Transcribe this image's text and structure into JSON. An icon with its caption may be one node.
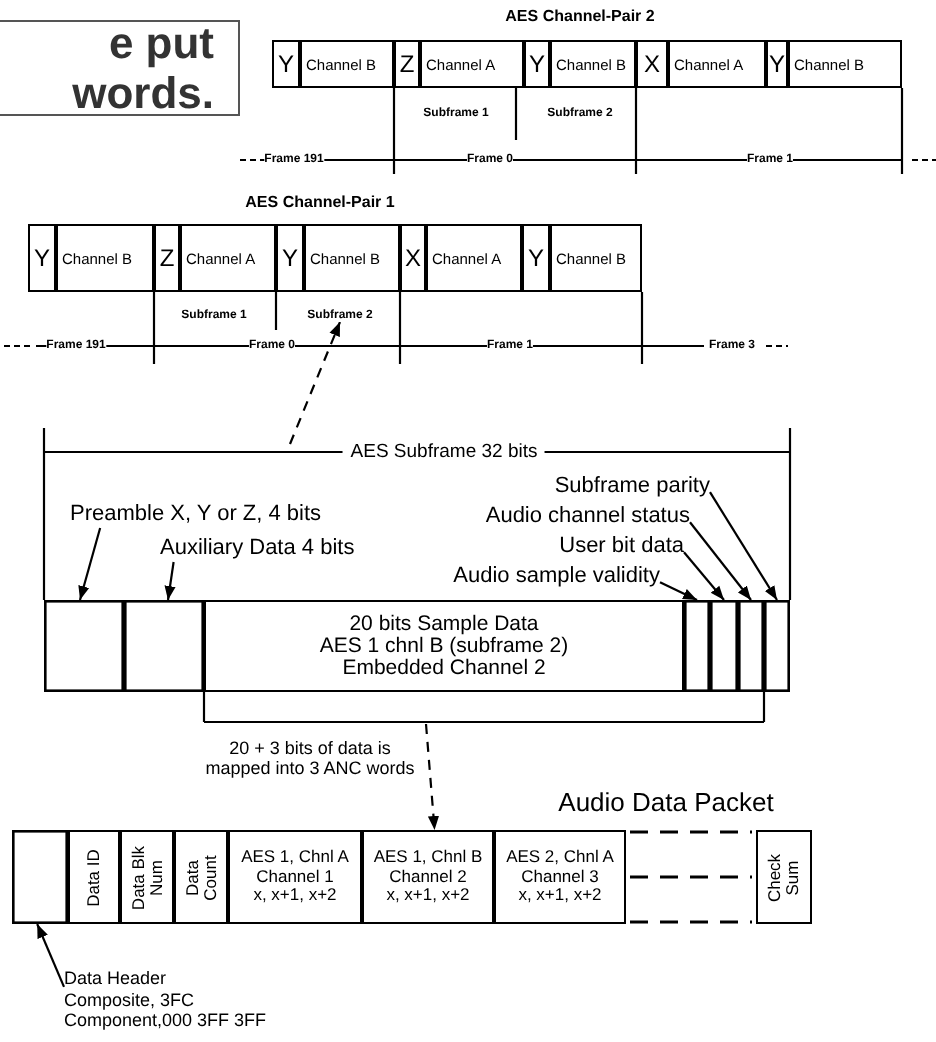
{
  "diagram": {
    "nodes": [
      {
        "text": [
          "e put words."
        ]
      },
      {
        "text": [
          "Y"
        ]
      },
      {
        "text": [
          "Channel B"
        ]
      },
      {
        "text": [
          "Z"
        ]
      },
      {
        "text": [
          "Channel A"
        ]
      },
      {
        "text": [
          "Y"
        ]
      },
      {
        "text": [
          "Channel B"
        ]
      },
      {
        "text": [
          "X"
        ]
      },
      {
        "text": [
          "Channel A"
        ]
      },
      {
        "text": [
          "Y"
        ]
      },
      {
        "text": [
          "Channel B"
        ]
      },
      {
        "text": [
          "Y"
        ]
      },
      {
        "text": [
          "Channel B"
        ]
      },
      {
        "text": [
          "Z"
        ]
      },
      {
        "text": [
          "Channel A"
        ]
      },
      {
        "text": [
          "Y"
        ]
      },
      {
        "text": [
          "Channel B"
        ]
      },
      {
        "text": [
          "X"
        ]
      },
      {
        "text": [
          "Channel A"
        ]
      },
      {
        "text": [
          "Y"
        ]
      },
      {
        "text": [
          "Channel B"
        ]
      },
      {
        "text": [
          "Subframe 2"
        ]
      },
      {
        "text": [
          "Preamble X, Y or Z, 4 bits"
        ]
      },
      {
        "text": [
          "Subframe parity"
        ]
      },
      {
        "text": [
          "Audio channel status"
        ]
      },
      {
        "text": [
          "Auxiliary Data 4 bits"
        ]
      },
      {
        "text": [
          "User bit data"
        ]
      },
      {
        "text": [
          "Audio sample validity"
        ]
      },
      {
        "text": [],
        "shape": "box"
      },
      {
        "text": [],
        "shape": "box"
      },
      {
        "text": [
          "20 bits Sample Data",
          "AES 1 chnl B (subframe 2)",
          "Embedded Channel 2"
        ]
      },
      {
        "text": [],
        "shape": "box"
      },
      {
        "text": [],
        "shape": "box"
      },
      {
        "text": [],
        "shape": "box"
      },
      {
        "text": [],
        "shape": "box"
      },
      {
        "text": [],
        "shape": "box"
      },
      {
        "text": [
          "Data ID"
        ]
      },
      {
        "text": [
          "Data Blk Num"
        ]
      },
      {
        "text": [
          "Data Count"
        ]
      },
      {
        "text": [
          "AES 1, Chnl A",
          "Channel 1",
          "x, x+1, x+2"
        ]
      },
      {
        "text": [
          "AES 1, Chnl B",
          "Channel 2",
          "x, x+1, x+2"
        ]
      },
      {
        "text": [
          "AES 2, Chnl A",
          "Channel 3",
          "x, x+1, x+2"
        ]
      },
      {
        "text": [],
        "shape": "box"
      },
      {
        "text": [
          "Check Sum"
        ]
      },
      {
        "text": [
          "Data Header",
          "Composite, 3FC",
          "Component,000 3FF 3FF"
        ]
      }
    ],
    "edges": [
      {
        "from": 22,
        "to": 28,
        "arrow": "to"
      },
      {
        "from": 25,
        "to": 29,
        "arrow": "to"
      },
      {
        "from": 27,
        "to": 31,
        "arrow": "to"
      },
      {
        "from": 26,
        "to": 32,
        "arrow": "to"
      },
      {
        "from": 24,
        "to": 33,
        "arrow": "to"
      },
      {
        "from": 23,
        "to": 34,
        "arrow": "to"
      },
      {
        "from": null,
        "to": 21,
        "arrow": "to",
        "style": "dashed"
      },
      {
        "from": null,
        "to": 40,
        "arrow": "to",
        "style": "dashed"
      },
      {
        "from": 44,
        "to": 35,
        "arrow": "to"
      }
    ],
    "labels": [
      "AES Channel-Pair 2",
      "Subframe 1",
      "Subframe 2",
      "Frame 191",
      "Frame 0",
      "Frame 1",
      "AES Channel-Pair 1",
      "Subframe 1",
      "Frame 191",
      "Frame 0",
      "Frame 1",
      "Frame 3",
      "AES Subframe 32 bits",
      "20 + 3 bits of data is mapped into 3 ANC words",
      "Audio Data Packet"
    ]
  }
}
